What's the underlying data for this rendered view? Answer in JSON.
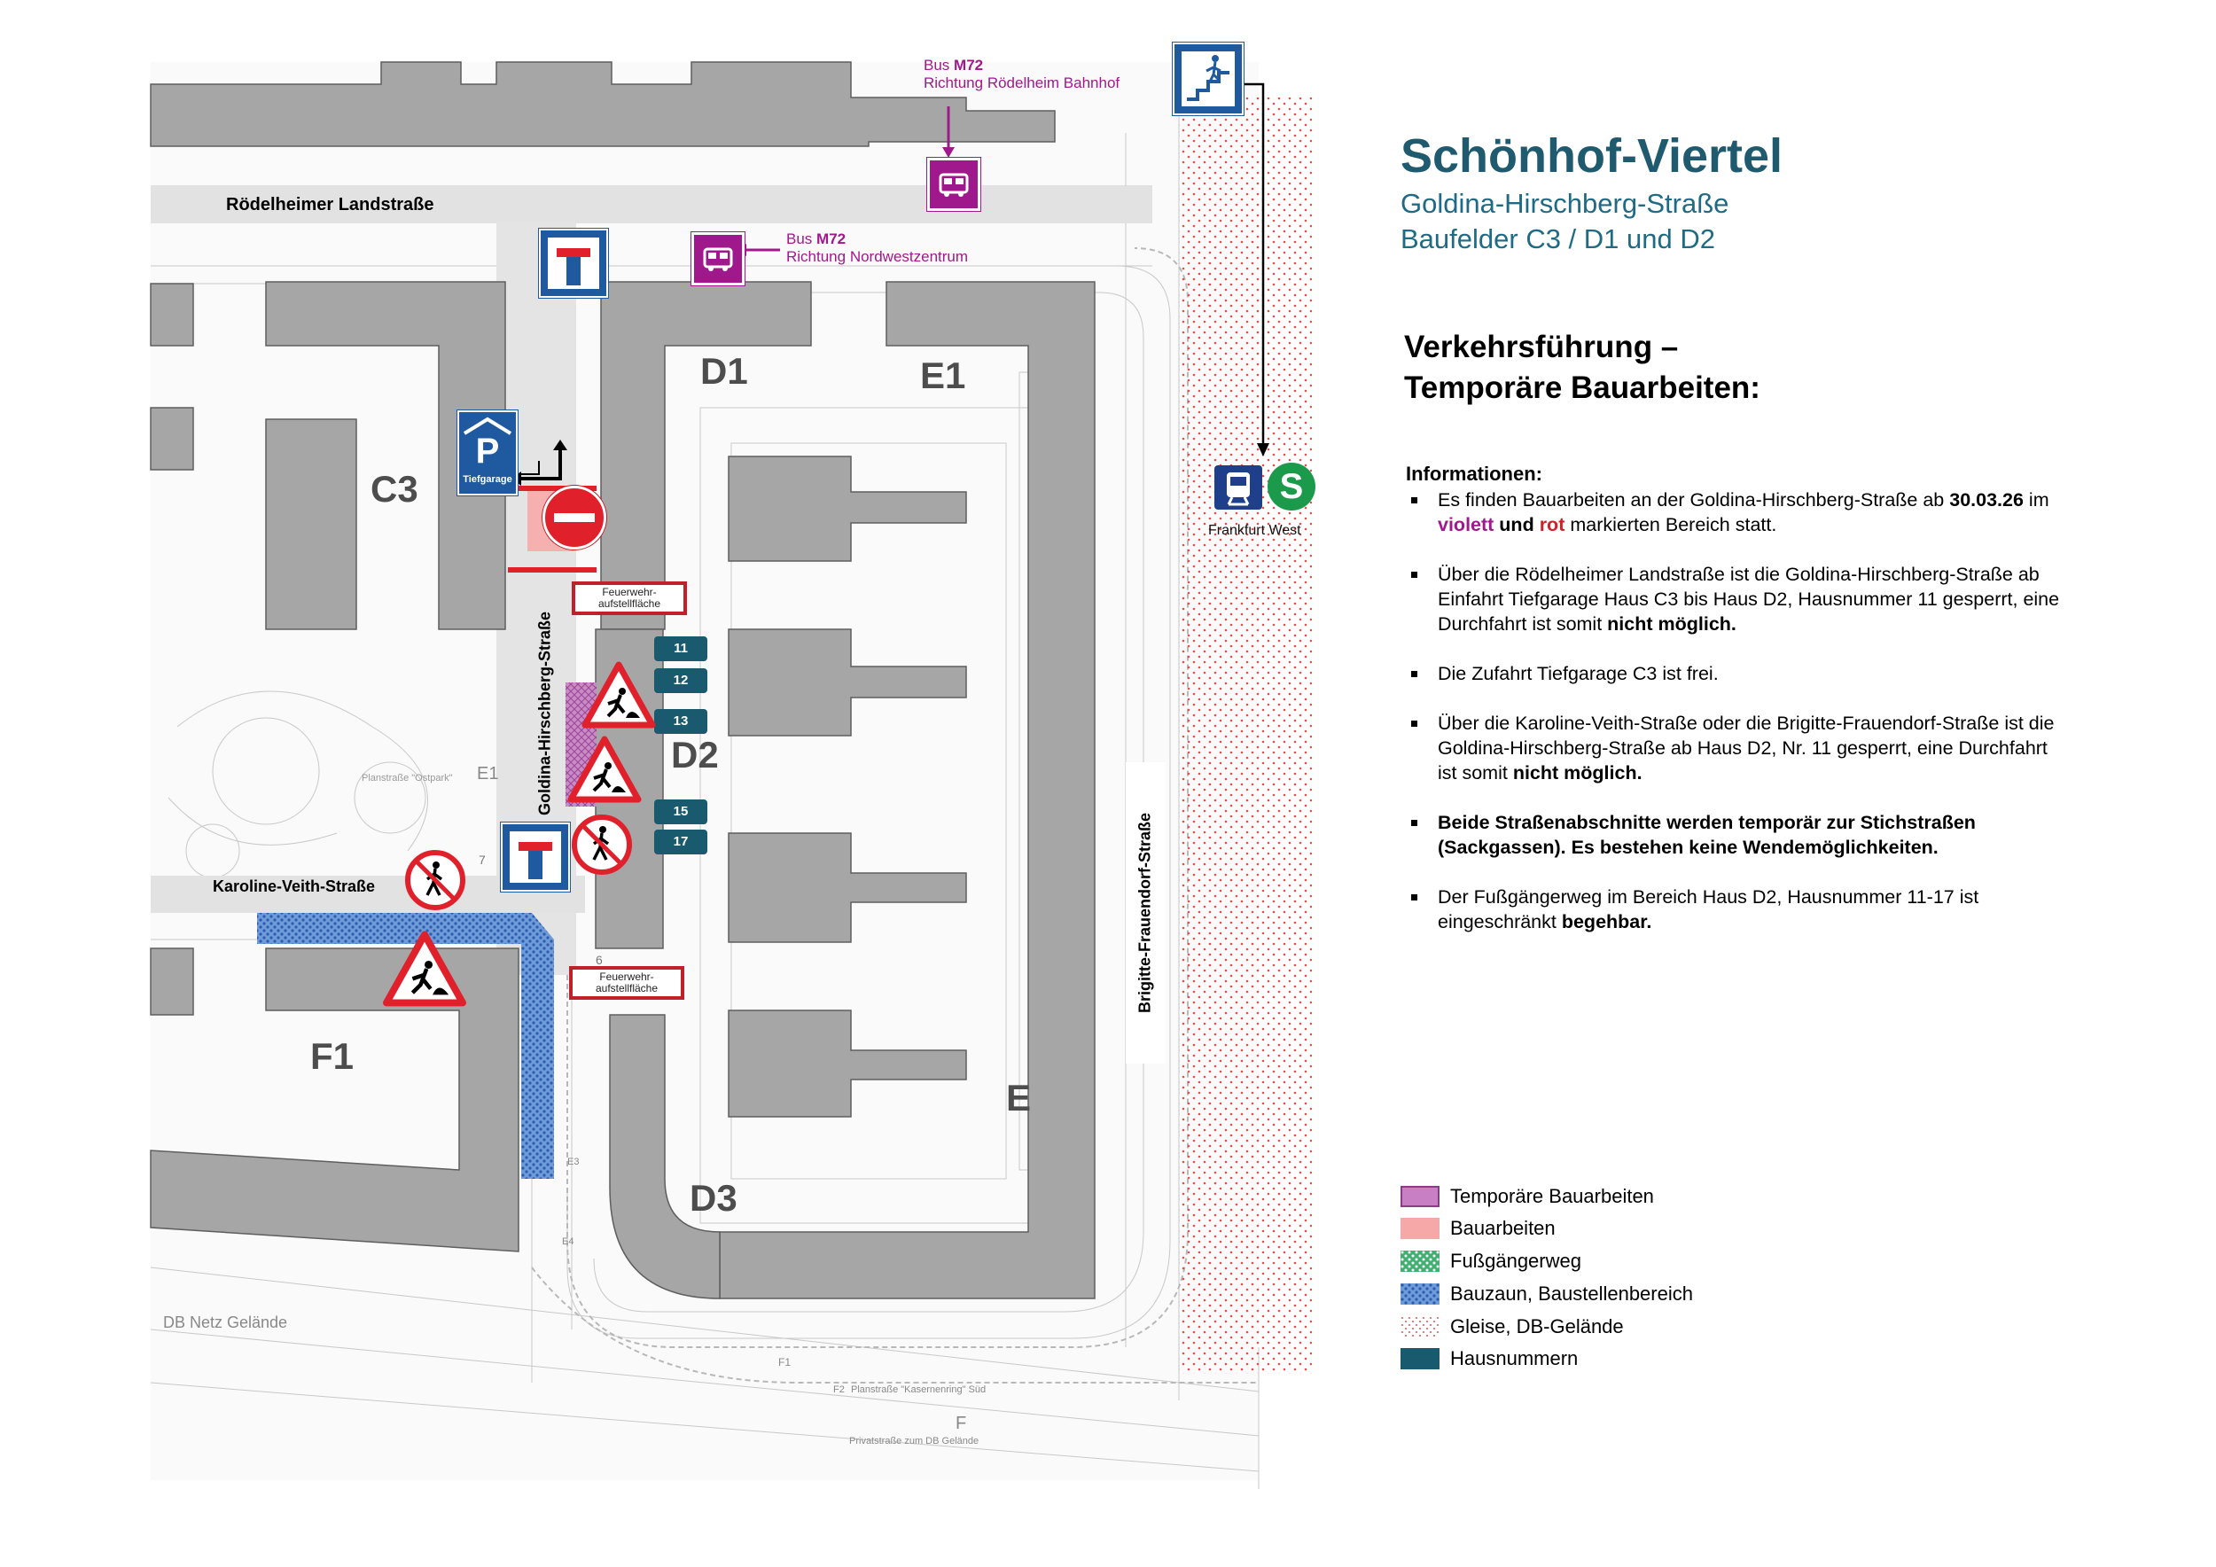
{
  "header": {
    "title": "Schönhof-Viertel",
    "subtitle_street": "Goldina-Hirschberg-Straße",
    "subtitle_fields": "Baufelder C3 / D1 und D2",
    "section_heading_1": "Verkehrsführung –",
    "section_heading_2": "Temporäre Bauarbeiten:"
  },
  "info": {
    "title": "Informationen:",
    "items": [
      {
        "parts": [
          "Es finden Bauarbeiten an der Goldina-Hirschberg-Straße ab ",
          "30.03.26",
          " im ",
          "violett",
          " und ",
          "rot",
          " markierten Bereich statt."
        ]
      },
      {
        "parts": [
          "Über die Rödelheimer Landstraße ist die Goldina-Hirschberg-Straße ab Einfahrt Tiefgarage Haus C3 bis Haus D2, Hausnummer 11 gesperrt, eine Durchfahrt ist somit ",
          "nicht möglich."
        ]
      },
      {
        "parts": [
          "Die Zufahrt Tiefgarage C3 ist frei."
        ]
      },
      {
        "parts": [
          "Über die Karoline-Veith-Straße oder die Brigitte-Frauendorf-Straße ist die Goldina-Hirschberg-Straße ab Haus D2, Nr. 11 gesperrt, eine Durchfahrt ist somit ",
          "nicht möglich."
        ]
      },
      {
        "parts": [
          "Beide Straßenabschnitte werden temporär zur Stichstraßen (Sackgassen). Es bestehen keine Wendemöglichkeiten."
        ]
      },
      {
        "parts": [
          "Der Fußgängerweg im Bereich Haus D2, Hausnummer 11-17 ist eingeschränkt ",
          "begehbar."
        ]
      }
    ]
  },
  "legend": [
    {
      "label": "Temporäre Bauarbeiten",
      "color": "#c97fc4"
    },
    {
      "label": "Bauarbeiten",
      "color": "#f6a8a8"
    },
    {
      "label": "Fußgängerweg",
      "color": "#1f9a5a"
    },
    {
      "label": "Bauzaun, Baustellenbereich",
      "color": "#4b7fc4"
    },
    {
      "label": "Gleise, DB-Gelände",
      "color": "#e05050"
    },
    {
      "label": "Hausnummern",
      "color": "#1a5a6e"
    }
  ],
  "map": {
    "streets": {
      "roedelheimer": "Rödelheimer Landstraße",
      "goldina": "Goldina-Hirschberg-Straße",
      "karoline": "Karoline-Veith-Straße",
      "brigitte": "Brigitte-Frauendorf-Straße"
    },
    "buildings": [
      "C3",
      "D1",
      "E1",
      "D2",
      "F1",
      "D3",
      "E"
    ],
    "bus_stop_1": {
      "prefix": "Bus ",
      "line": "M72",
      "direction": "Richtung Rödelheim Bahnhof"
    },
    "bus_stop_2": {
      "prefix": "Bus ",
      "line": "M72",
      "direction": "Richtung Nordwestzentrum"
    },
    "station": "Frankfurt West",
    "parking_label": "Tiefgarage",
    "parking_letter": "P",
    "sbahn_letter": "S",
    "fire_area": [
      "Feuerwehr-",
      "aufstellfläche"
    ],
    "house_numbers": [
      "11",
      "12",
      "13",
      "15",
      "17"
    ],
    "plan_labels": {
      "ostpark": "Planstraße \"Ostpark\"",
      "db_netz": "DB Netz Gelände",
      "kasernenring": "Planstraße \"Kasernenring\" Süd",
      "privatstrasse": "Privatstraße zum DB Gelände"
    },
    "plan_codes": [
      "E1",
      "F1",
      "F2",
      "F",
      "E3",
      "E4",
      "6",
      "7"
    ]
  },
  "colors": {
    "building": "#a6a6a6",
    "title": "#1f5a6e",
    "violet": "#a0198c",
    "red": "#d0202a",
    "sign_blue": "#1f5aa0"
  }
}
